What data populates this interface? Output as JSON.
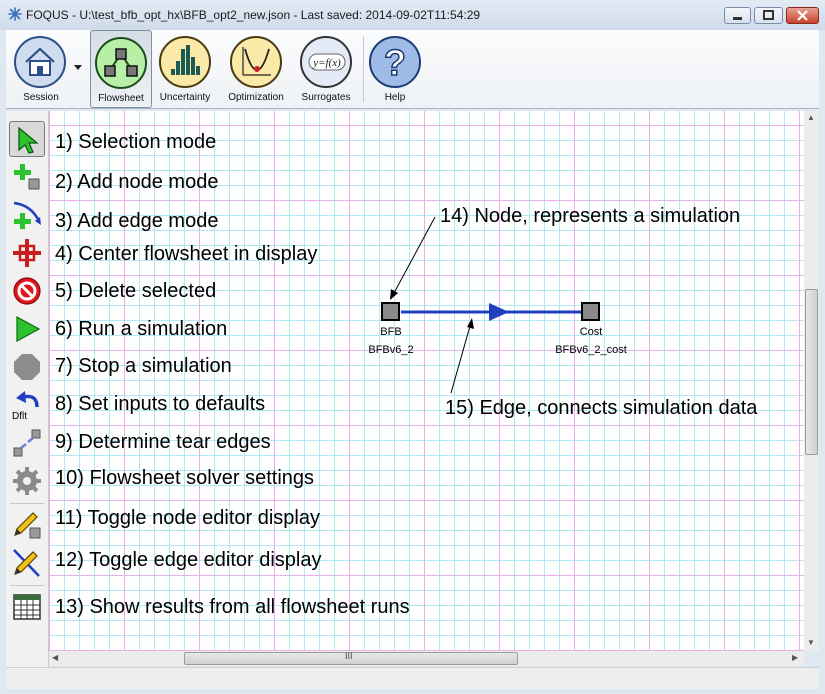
{
  "window": {
    "title": "FOQUS - U:\\test_bfb_opt_hx\\BFB_opt2_new.json - Last saved: 2014-09-02T11:54:29"
  },
  "ribbon": {
    "session": "Session",
    "flowsheet": "Flowsheet",
    "uncertainty": "Uncertainty",
    "optimization": "Optimization",
    "surrogates": "Surrogates",
    "help": "Help",
    "surrogate_formula": "y=f(x)"
  },
  "toolbar": {
    "dflt_label": "Dflt"
  },
  "annotations": [
    "1) Selection mode",
    "2) Add node mode",
    "3) Add edge mode",
    "4) Center flowsheet in display",
    "5) Delete selected",
    "6) Run a simulation",
    "7) Stop a simulation",
    "8) Set inputs to defaults",
    "9) Determine tear edges",
    "10) Flowsheet solver settings",
    "11) Toggle node editor display",
    "12) Toggle edge editor display",
    "13) Show results from all flowsheet runs",
    "14) Node, represents a simulation",
    "15) Edge, connects simulation data"
  ],
  "flowsheet": {
    "nodes": [
      {
        "name": "BFB",
        "model": "BFBv6_2"
      },
      {
        "name": "Cost",
        "model": "BFBv6_2_cost"
      }
    ]
  },
  "scrollbar": {
    "grip": "III"
  },
  "colors": {
    "edge": "#1f3fbf",
    "node_fill": "#8a8a8a",
    "accent_green": "#2ec22e"
  }
}
